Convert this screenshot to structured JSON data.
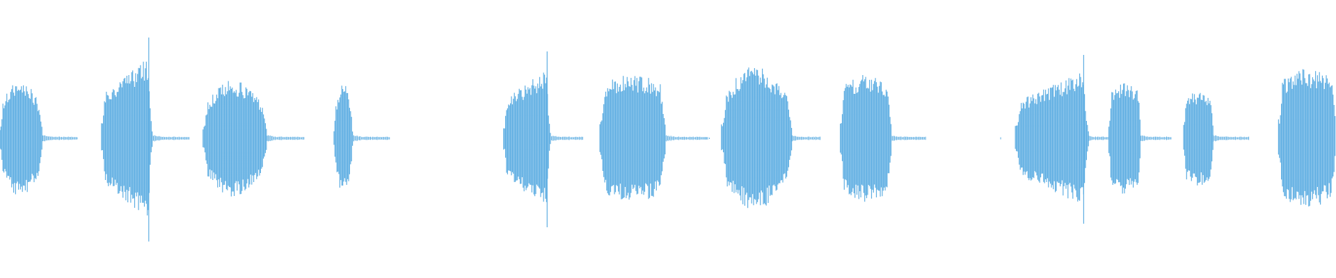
{
  "waveform": {
    "color": "#5dade2",
    "background": "#ffffff",
    "segments": [
      {
        "id": "burst-1",
        "start": 0.0,
        "end": 0.032,
        "amp": 0.42,
        "tail_end": 0.058,
        "shape": "dome"
      },
      {
        "id": "burst-2",
        "start": 0.076,
        "end": 0.114,
        "amp": 0.58,
        "tail_end": 0.142,
        "shape": "rise-peak"
      },
      {
        "id": "burst-3",
        "start": 0.152,
        "end": 0.2,
        "amp": 0.42,
        "tail_end": 0.228,
        "shape": "dome"
      },
      {
        "id": "burst-4",
        "start": 0.25,
        "end": 0.264,
        "amp": 0.4,
        "tail_end": 0.292,
        "shape": "spike"
      },
      {
        "id": "burst-5",
        "start": 0.377,
        "end": 0.412,
        "amp": 0.5,
        "tail_end": 0.437,
        "shape": "rise-peak"
      },
      {
        "id": "burst-6",
        "start": 0.449,
        "end": 0.498,
        "amp": 0.46,
        "tail_end": 0.53,
        "shape": "flat"
      },
      {
        "id": "burst-7",
        "start": 0.54,
        "end": 0.593,
        "amp": 0.52,
        "tail_end": 0.614,
        "shape": "dome"
      },
      {
        "id": "burst-8",
        "start": 0.629,
        "end": 0.667,
        "amp": 0.46,
        "tail_end": 0.693,
        "shape": "flat"
      },
      {
        "id": "burst-9",
        "start": 0.76,
        "end": 0.815,
        "amp": 0.48,
        "tail_end": 0.83,
        "shape": "rise-peak"
      },
      {
        "id": "burst-10",
        "start": 0.83,
        "end": 0.854,
        "amp": 0.4,
        "tail_end": 0.877,
        "shape": "flat"
      },
      {
        "id": "burst-11",
        "start": 0.886,
        "end": 0.908,
        "amp": 0.34,
        "tail_end": 0.935,
        "shape": "flat"
      },
      {
        "id": "burst-12",
        "start": 0.957,
        "end": 1.0,
        "amp": 0.5,
        "tail_end": 1.0,
        "shape": "flat"
      }
    ]
  }
}
